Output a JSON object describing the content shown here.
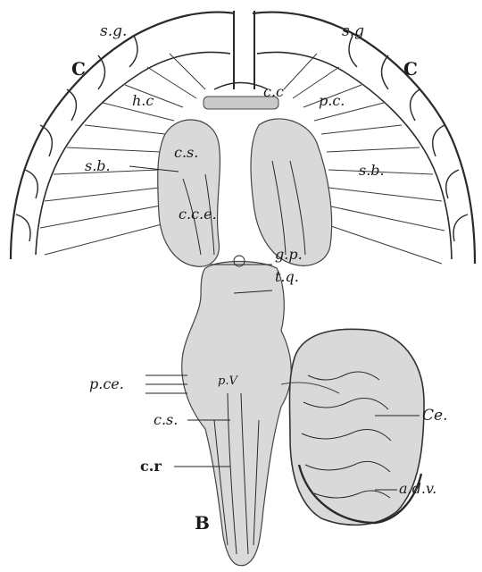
{
  "labels": {
    "sg_left": "s.g.",
    "sg_right": "s.g",
    "c_left": "C",
    "c_right": "C",
    "hc": "h.c",
    "cc": "c.c",
    "pc": "p.c.",
    "cs_upper": "c.s.",
    "sb_left": "s.b.",
    "sb_right": "s.b.",
    "cce": "c.c.e.",
    "gp": "g.p.",
    "tq": "t.q.",
    "pce": "p.ce.",
    "pv": "p.V",
    "cs_lower": "c.s.",
    "ce": "Ce.",
    "cr": "c.r",
    "adv": "a.d.v.",
    "b": "B"
  }
}
